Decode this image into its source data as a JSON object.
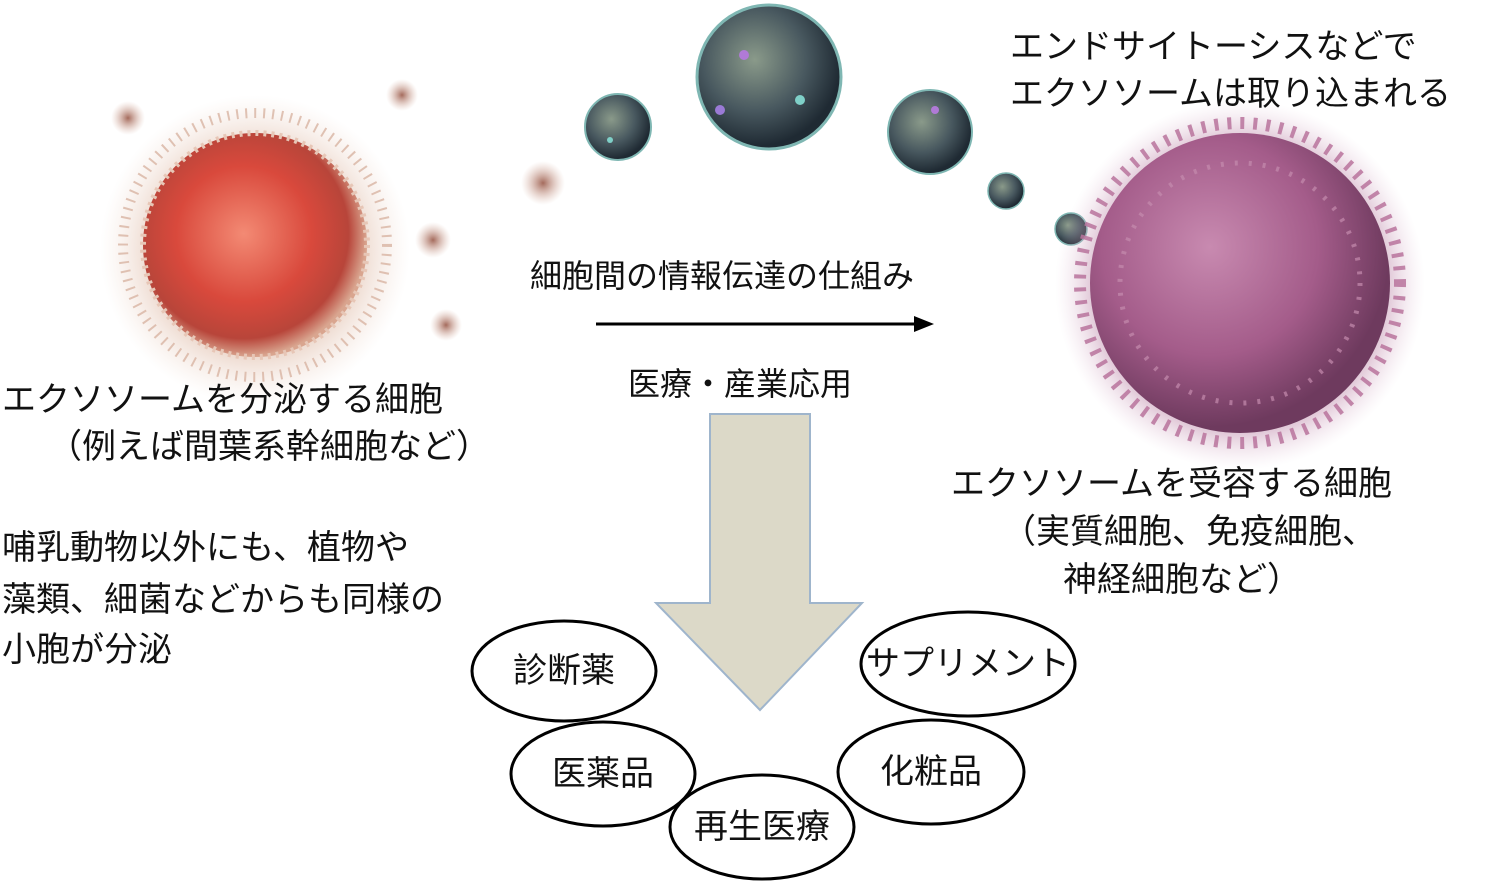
{
  "labels": {
    "endocytosis_line1": "エンドサイトーシスなどで",
    "endocytosis_line2": "エクソソームは取り込まれる",
    "mechanism": "細胞間の情報伝達の仕組み",
    "application": "医療・産業応用",
    "secreting_cell": "エクソソームを分泌する細胞",
    "secreting_example": "（例えば間葉系幹細胞など）",
    "receiving_cell": "エクソソームを受容する細胞",
    "receiving_example_1": "（実質細胞、免疫細胞、",
    "receiving_example_2": "神経細胞など）",
    "other_sources_1": "哺乳動物以外にも、植物や",
    "other_sources_2": "藻類、細菌などからも同様の",
    "other_sources_3": "小胞が分泌"
  },
  "applications": [
    "診断薬",
    "サプリメント",
    "医薬品",
    "化粧品",
    "再生医療"
  ],
  "colors": {
    "big_arrow_fill": "#dcd9c8",
    "big_arrow_stroke": "#9fb5cc",
    "secreting_cell": "#e0604e",
    "receiving_cell": "#a8608e",
    "exosome": "#3f4f5c"
  }
}
